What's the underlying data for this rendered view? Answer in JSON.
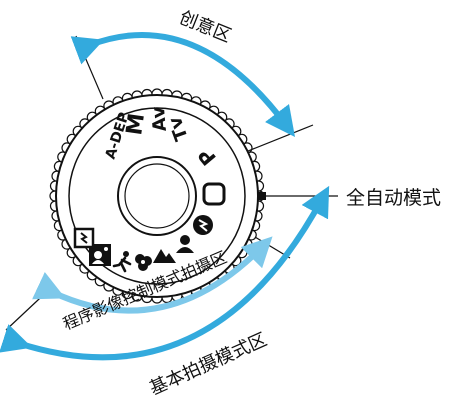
{
  "colors": {
    "arrow": "#33aadd",
    "arrow_light": "#7dc8ea",
    "ink": "#111111"
  },
  "labels": {
    "creative_zone": "创意区",
    "full_auto": "全自动模式",
    "program_zone": "程序影像控制模式拍摄区",
    "basic_zone": "基本拍摄模式区"
  },
  "dial": {
    "modes": [
      "A-DEP",
      "M",
      "Av",
      "Tv",
      "P"
    ],
    "full_auto_icon": "green-square-icon",
    "scene_icons": [
      "night-portrait-icon",
      "sports-icon",
      "close-up-icon",
      "landscape-icon",
      "portrait-icon",
      "flash-off-icon"
    ]
  }
}
